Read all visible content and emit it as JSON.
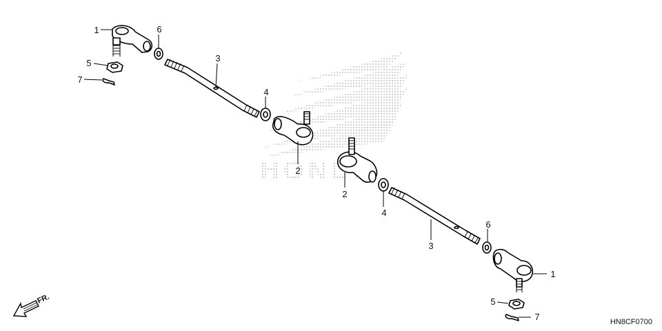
{
  "diagram": {
    "watermark": "HONDA",
    "diagram_code": "HN8CF0700",
    "direction_label": "FR.",
    "callouts": [
      {
        "id": "c1a",
        "text": "1"
      },
      {
        "id": "c6a",
        "text": "6"
      },
      {
        "id": "c3a",
        "text": "3"
      },
      {
        "id": "c5a",
        "text": "5"
      },
      {
        "id": "c7a",
        "text": "7"
      },
      {
        "id": "c4a",
        "text": "4"
      },
      {
        "id": "c2a",
        "text": "2"
      },
      {
        "id": "c2b",
        "text": "2"
      },
      {
        "id": "c4b",
        "text": "4"
      },
      {
        "id": "c6b",
        "text": "6"
      },
      {
        "id": "c3b",
        "text": "3"
      },
      {
        "id": "c1b",
        "text": "1"
      },
      {
        "id": "c5b",
        "text": "5"
      },
      {
        "id": "c7b",
        "text": "7"
      }
    ]
  },
  "colors": {
    "line": "#000000",
    "background": "#ffffff",
    "watermark_dots": "#8a8a8a"
  }
}
